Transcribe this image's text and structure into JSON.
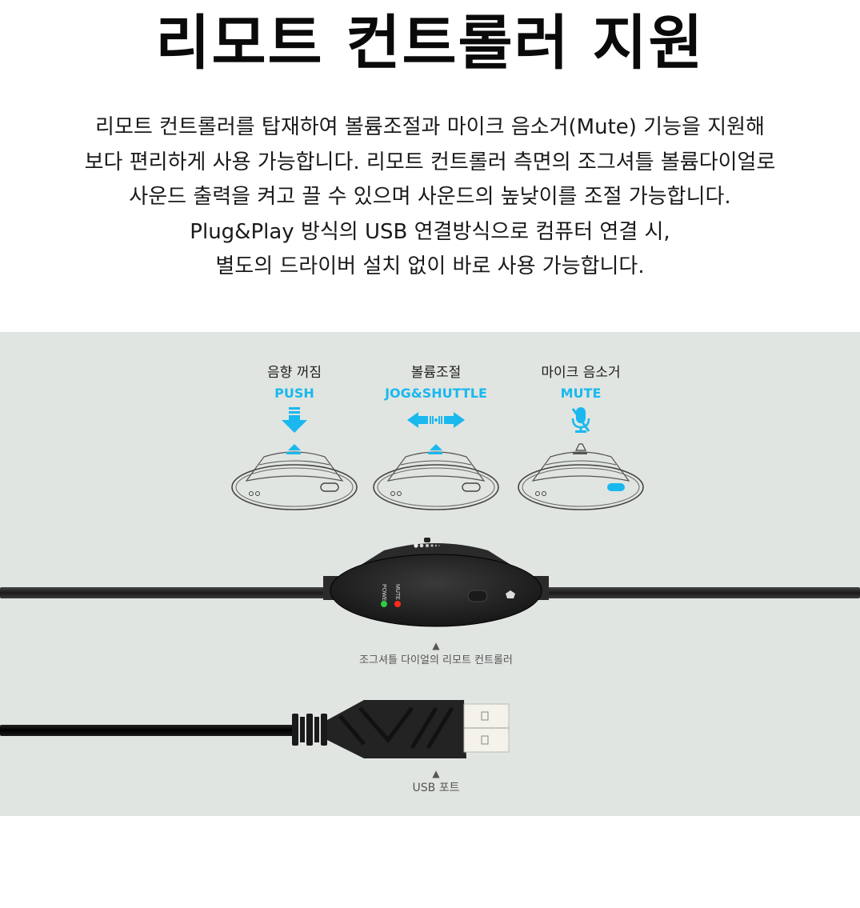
{
  "header": {
    "title": "리모트 컨트롤러 지원"
  },
  "description": {
    "lines": [
      "리모트 컨트롤러를 탑재하여 볼륨조절과 마이크 음소거(Mute) 기능을 지원해",
      "보다 편리하게 사용 가능합니다. 리모트 컨트롤러 측면의 조그셔틀 볼륨다이얼로",
      "사운드 출력을 켜고 끌 수 있으며 사운드의 높낮이를 조절 가능합니다.",
      "Plug&Play 방식의 USB 연결방식으로 컴퓨터 연결 시,",
      "별도의 드라이버 설치 없이 바로 사용 가능합니다."
    ]
  },
  "illustration": {
    "background_color": "#e0e5e1",
    "accent_color": "#1ab8ee",
    "steps": [
      {
        "label": "음향 꺼짐",
        "action": "PUSH",
        "icon": "push-down-arrow-icon"
      },
      {
        "label": "볼륨조절",
        "action": "JOG&SHUTTLE",
        "icon": "left-right-arrows-icon"
      },
      {
        "label": "마이크 음소거",
        "action": "MUTE",
        "icon": "microphone-mute-icon"
      }
    ],
    "remote": {
      "led_power_label": "POWER",
      "led_mute_label": "MUTE",
      "led_power_color": "#2ecc40",
      "led_mute_color": "#ff2a1a",
      "caption_marker": "▲",
      "caption": "조그셔틀 다이얼의 리모트 컨트롤러"
    },
    "usb": {
      "caption_marker": "▲",
      "caption": "USB 포트"
    }
  }
}
